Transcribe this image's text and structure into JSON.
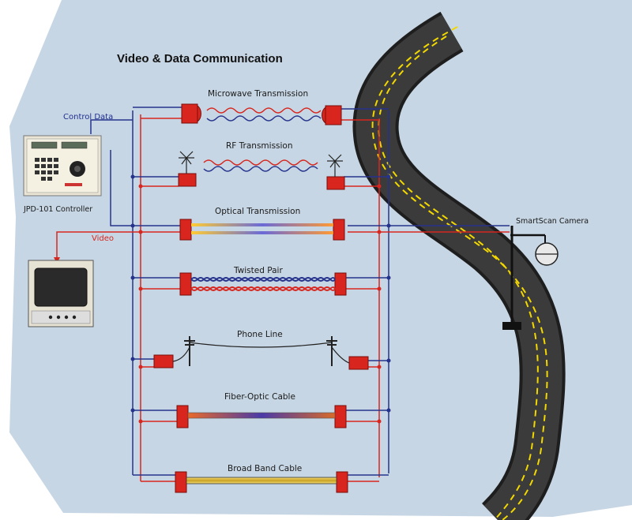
{
  "title": "Video & Data Communication",
  "labels": {
    "control_data": "Control Data",
    "video": "Video",
    "controller": "JPD-101 Controller",
    "camera": "SmartScan Camera"
  },
  "transmissions": [
    {
      "label": "Microwave Transmission"
    },
    {
      "label": "RF Transmission"
    },
    {
      "label": "Optical Transmission"
    },
    {
      "label": "Twisted Pair"
    },
    {
      "label": "Phone Line"
    },
    {
      "label": "Fiber-Optic Cable"
    },
    {
      "label": "Broad Band Cable"
    }
  ],
  "colors": {
    "background": "#c7d6e4",
    "video_line": "#d8261e",
    "data_line": "#26338c",
    "road": "#3a3a3a",
    "road_stripe": "#f2d800",
    "device": "#d8261e"
  }
}
